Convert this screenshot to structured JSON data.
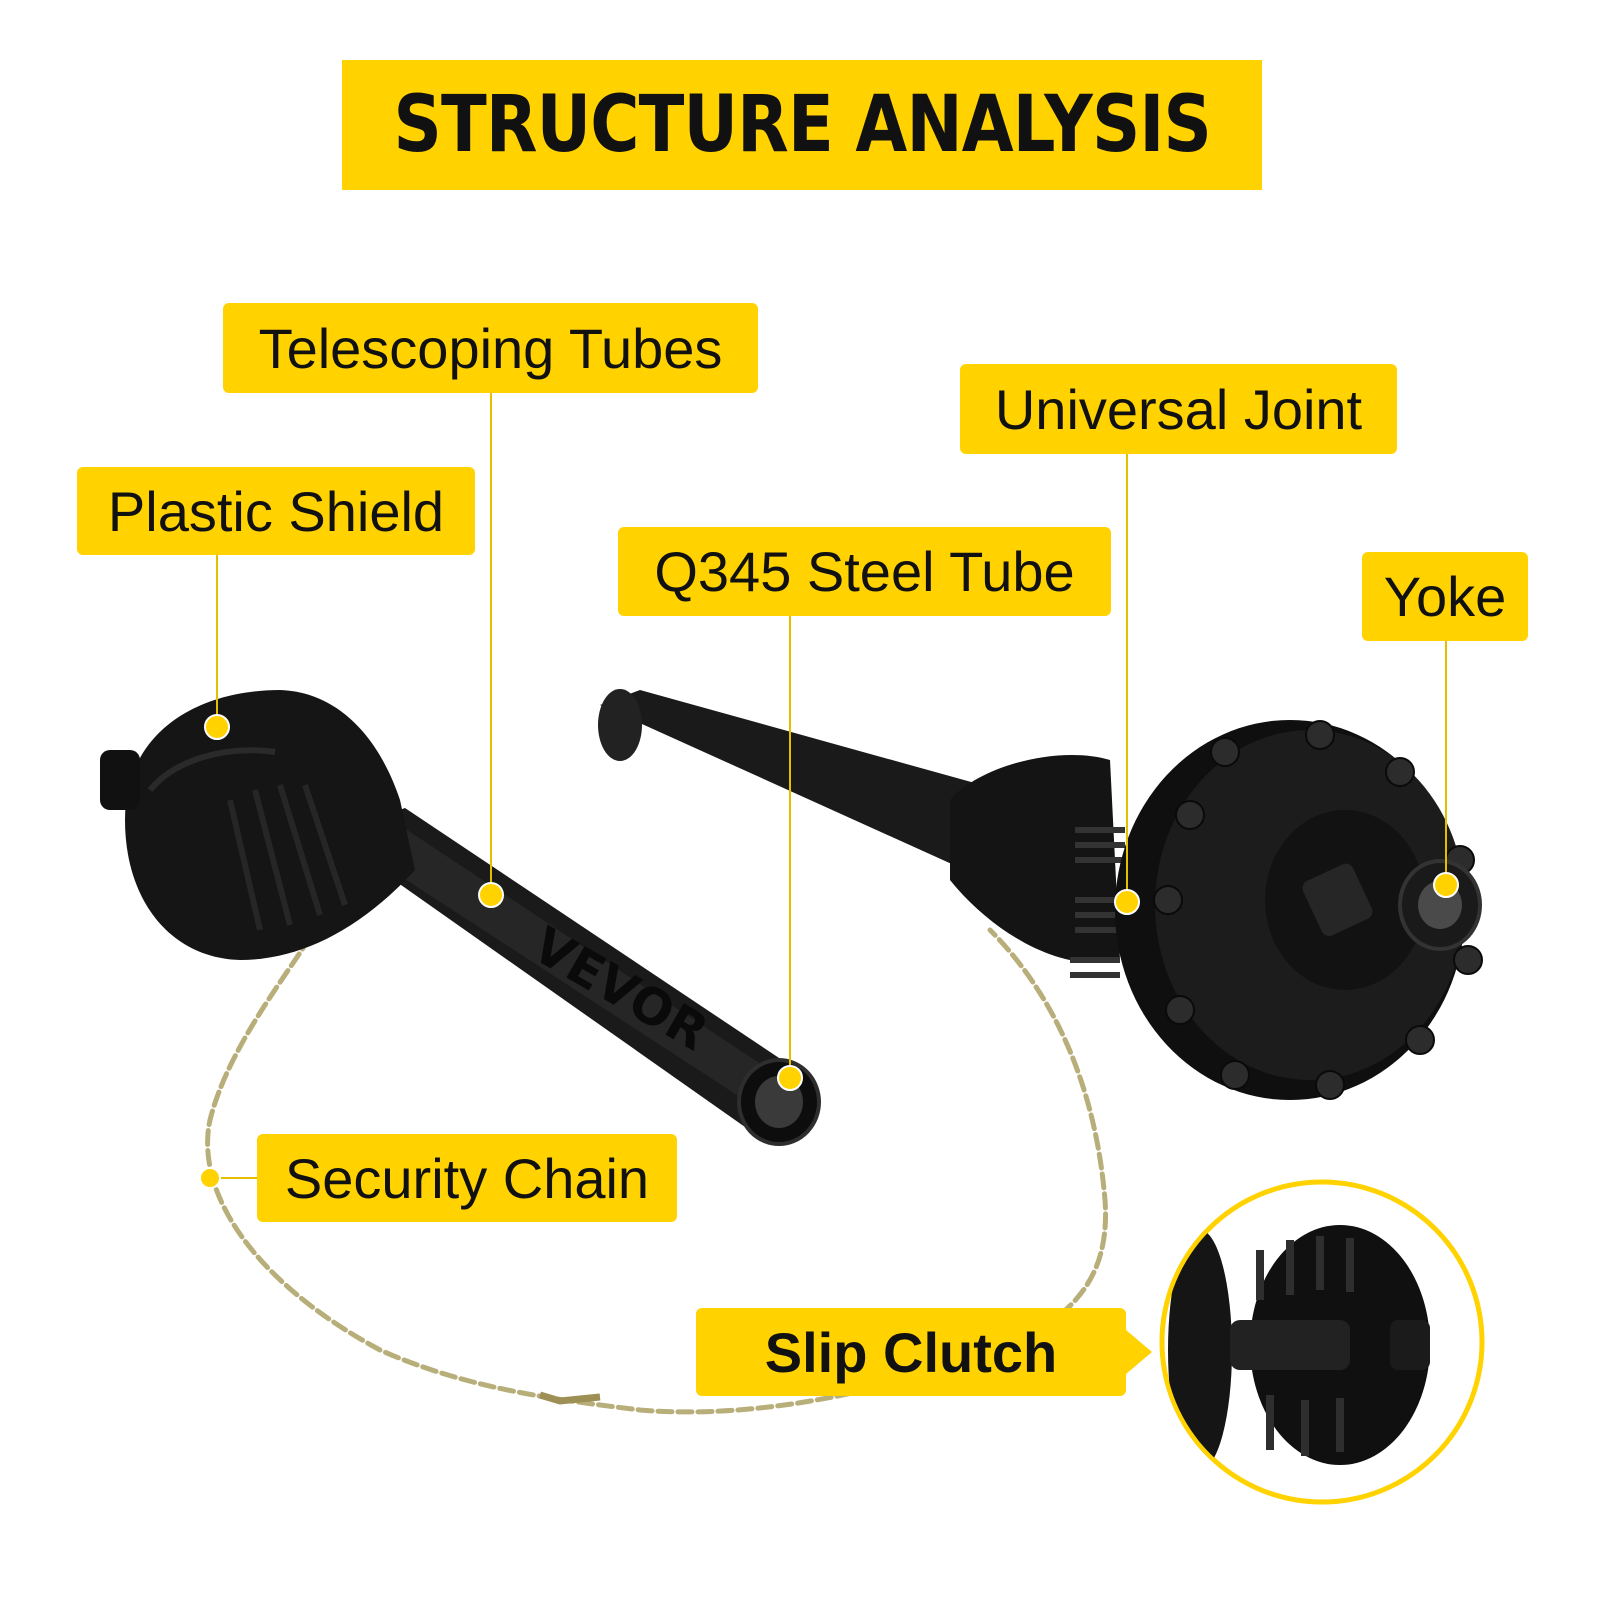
{
  "title": "STRUCTURE ANALYSIS",
  "brand_mark": "VEVOR",
  "colors": {
    "accent": "#FFD200",
    "shaft": "#141414",
    "chain": "#B8AE7A",
    "text": "#111111"
  },
  "labels": {
    "telescoping_tubes": "Telescoping Tubes",
    "plastic_shield": "Plastic Shield",
    "universal_joint": "Universal Joint",
    "steel_tube": "Q345 Steel Tube",
    "yoke": "Yoke",
    "security_chain": "Security Chain",
    "slip_clutch": "Slip Clutch"
  }
}
